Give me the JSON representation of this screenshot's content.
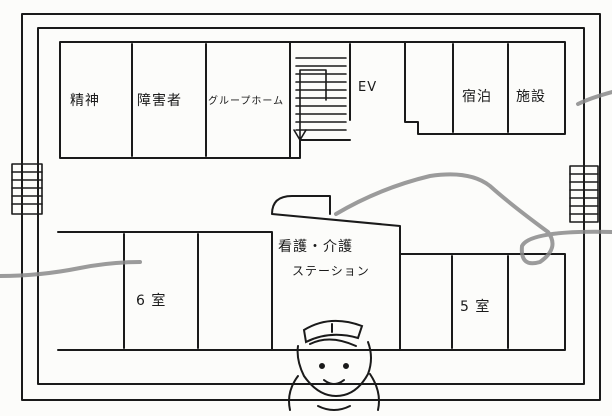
{
  "rooms": {
    "seishin": "精神",
    "shogaisha": "障害者",
    "group_home": "グループホーム",
    "ev": "EV",
    "shukuhaku": "宿泊",
    "shisetsu": "施設",
    "nurse_station_line1": "看護・介護",
    "nurse_station_line2": "ステーション",
    "room6": "6 室",
    "room5": "5 室"
  },
  "colors": {
    "ink": "#1a1a1a",
    "path": "#8a8a8a",
    "paper": "#fcfcfa"
  },
  "icons": [
    "stairs-down-arrow-icon",
    "nurse-icon"
  ]
}
